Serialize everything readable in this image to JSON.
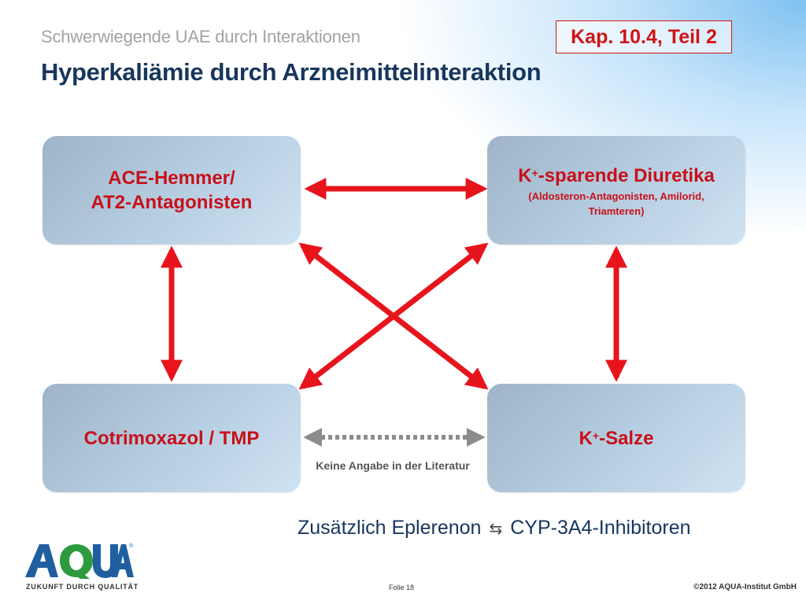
{
  "header": {
    "subtitle": "Schwerwiegende UAE durch Interaktionen",
    "title": "Hyperkaliämie durch Arzneimittelinteraktion",
    "chapter_label": "Kap. 10.4, Teil 2"
  },
  "boxes": {
    "ace": {
      "line1": "ACE-Hemmer/",
      "line2": "AT2-Antagonisten"
    },
    "kdiuretika": {
      "prefix": "K",
      "sup": "+",
      "main": "-sparende Diuretika",
      "sub1": "(Aldosteron-Antagonisten, Amilorid,",
      "sub2": "Triamteren)"
    },
    "cotrimoxazol": {
      "label": "Cotrimoxazol / TMP"
    },
    "ksalze": {
      "prefix": "K",
      "sup": "+",
      "main": "-Salze"
    }
  },
  "dashed_note": "Keine Angabe in der Literatur",
  "additional": {
    "left": "Zusätzlich Eplerenon",
    "symbol": "⇆",
    "right": "CYP-3A4-Inhibitoren"
  },
  "footer": {
    "logo_text": "AQUA",
    "logo_mark": "®",
    "tagline": "ZUKUNFT DURCH QUALITÄT",
    "slide": "Folie 18",
    "copyright": "©2012 AQUA-Institut GmbH"
  },
  "colors": {
    "arrow_red": "#e8141c",
    "arrow_gray": "#8c8c8c",
    "title_navy": "#17365d",
    "box_text_red": "#c8101a",
    "logo_blue": "#1f5fa0",
    "logo_green": "#2e9a3e"
  }
}
